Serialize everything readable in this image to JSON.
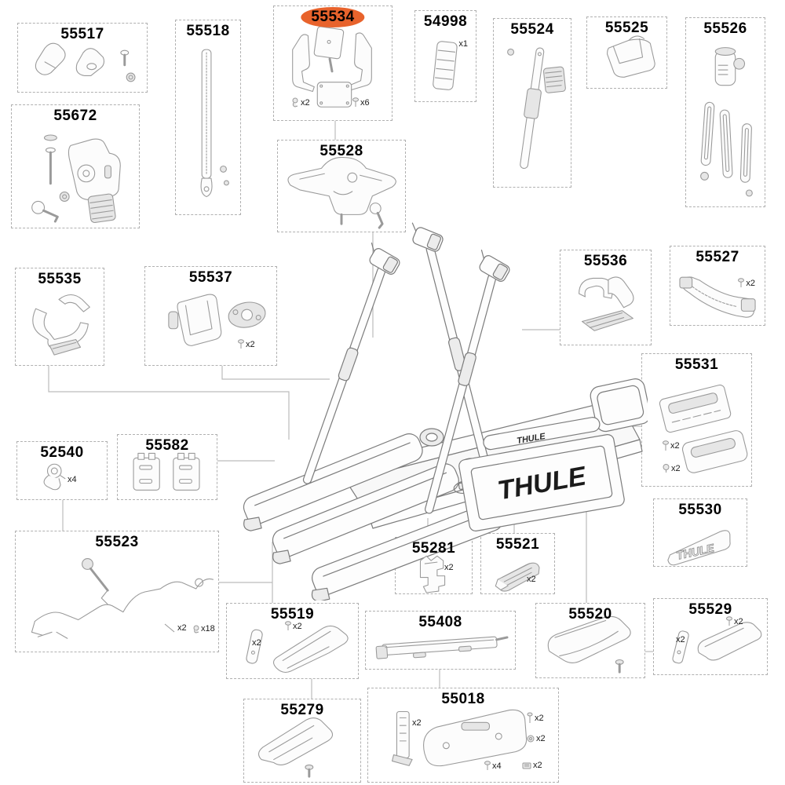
{
  "highlight": {
    "part": "55534",
    "color": "#e8632c"
  },
  "main": {
    "brand_plate": "THULE",
    "brand_deck": "THULE"
  },
  "boxes": [
    {
      "number": "55517",
      "quantities": []
    },
    {
      "number": "55518",
      "quantities": []
    },
    {
      "number": "55534",
      "quantities": [
        "x2",
        "x6"
      ]
    },
    {
      "number": "54998",
      "quantities": [
        "x1"
      ]
    },
    {
      "number": "55524",
      "quantities": []
    },
    {
      "number": "55525",
      "quantities": []
    },
    {
      "number": "55526",
      "quantities": []
    },
    {
      "number": "55672",
      "quantities": []
    },
    {
      "number": "55528",
      "quantities": []
    },
    {
      "number": "55535",
      "quantities": []
    },
    {
      "number": "55537",
      "quantities": [
        "x2"
      ]
    },
    {
      "number": "55536",
      "quantities": []
    },
    {
      "number": "55527",
      "quantities": [
        "x2"
      ]
    },
    {
      "number": "55531",
      "quantities": [
        "x2",
        "x2"
      ]
    },
    {
      "number": "52540",
      "quantities": [
        "x4"
      ]
    },
    {
      "number": "55582",
      "quantities": []
    },
    {
      "number": "55530",
      "quantities": [],
      "sticker_text": "THULE"
    },
    {
      "number": "55523",
      "quantities": [
        "x2",
        "x18"
      ]
    },
    {
      "number": "55281",
      "quantities": [
        "x2"
      ]
    },
    {
      "number": "55521",
      "quantities": [
        "x2"
      ]
    },
    {
      "number": "55519",
      "quantities": [
        "x2",
        "x2"
      ]
    },
    {
      "number": "55408",
      "quantities": []
    },
    {
      "number": "55520",
      "quantities": []
    },
    {
      "number": "55529",
      "quantities": [
        "x2",
        "x2"
      ]
    },
    {
      "number": "55279",
      "quantities": []
    },
    {
      "number": "55018",
      "quantities": [
        "x2",
        "x2",
        "x2",
        "x4",
        "x2"
      ]
    }
  ]
}
